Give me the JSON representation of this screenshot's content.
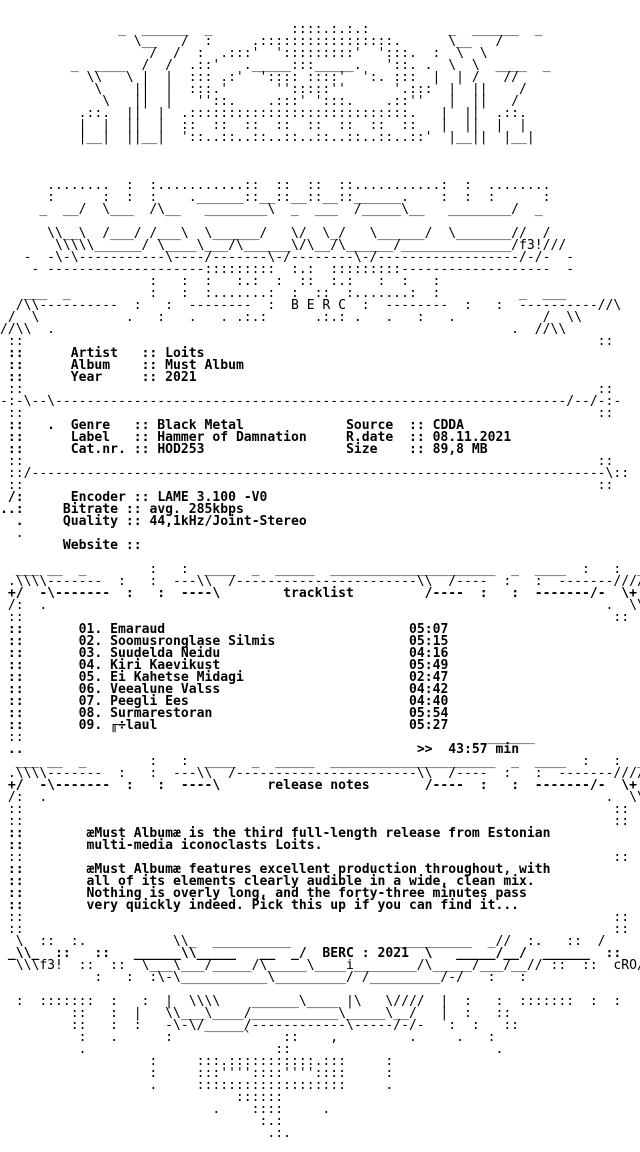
{
  "colors": {
    "background": "#ffffff",
    "text": "#000000"
  },
  "banner_art": [
    "               _  ______  _          ::::.:.:.:          _  ______  _",
    "                 \\__   /  :     .:::::::::::::::::.      \\__   /",
    "                   /  /  :  .:::'  ':::::::::'  ':::.  :  \\  \\",
    "         _  ____  /  /  .::'   ._____:::_____.   '::. .  \\  \\  ____  _",
    "           \\\\   \\ |  |  ::: .:'  ':::: ::::'  ':. :::  |  | /   //",
    "            \\    ||  |  :::.'      '':::::''      '.:::  |  ||    /",
    "             \\   ||  |   ''::.    .:::' ':::.    .::''   |  ||   /",
    "          .::.  ||  |  .::::::::::::::::::::::::::::.   |  ||  .::.",
    "          |  |  ||  |  ::  ::  ::  ::  ::  ::  ::  ::   |  ||  |  |",
    "          |__|  ||__|  '::..::..::..::..::..::..::..::'  |__||  |__|",
    "      ........  :  :...........::  ::  ::  ::...........:  :  ........",
    "      :      :  :  :    .______::__::__::__::______.    :  :  :      :",
    "     _  __/  \\___  /\\__   ________\\  _  ___  /_____\\__   ________/  _",
    "      \\\\__\\  /___/ /___\\  \\______/   \\/  \\_/   \\______/  \\_______//  /",
    "       \\\\\\\\\\______/ \\____\\___/\\______\\/\\__/\\______/______________/f3!///",
    "   -  -\\-\\-----------\\----/-------\\-/--------\\-/------------------/-/-  -",
    "    - --------------------:::::::::  :.:  :::::::::-------------------  -",
    "                   :   :  :   :.:  :  ::  :.:   :  :   :",
    "   ___  _          :   :  :.......:  :  ::  :.......:  :          _  ___",
    "  /\\\\----------  :   :  --------  :  B E R C  :  --------  :   :  ----------//\\",
    " /  \\           .   :   .   . .:.:      .:.: .   .   :   .           /  \\\\",
    "//\\\\  .                                                          .  //\\\\"
  ],
  "info_box": {
    "rule_top": "-:-\\--\\-----------------------------------------------------------------/--/-:-",
    "rule_bottom": " ::/-------------------------------------------------------------------------\\::",
    "rule_side": " ::                                                                         ::"
  },
  "info": {
    "artist_label": "Artist",
    "artist_value": "Loits",
    "album_label": "Album",
    "album_value": "Must Album",
    "year_label": "Year",
    "year_value": "2021",
    "genre_label": "Genre",
    "genre_value": "Black Metal",
    "label_label": "Label",
    "label_value": "Hammer of Damnation",
    "catnr_label": "Cat.nr.",
    "catnr_value": "HOD253",
    "source_label": "Source",
    "source_value": "CDDA",
    "rdate_label": "R.date",
    "rdate_value": "08.11.2021",
    "size_label": "Size",
    "size_value": "89,8 MB",
    "encoder_label": "Encoder",
    "encoder_value": "LAME 3.100 -V0",
    "bitrate_label": "Bitrate",
    "bitrate_value": "avg. 285kbps",
    "quality_label": "Quality",
    "quality_value": "44,1kHz/Joint-Stereo",
    "website_label": "Website",
    "website_value": ""
  },
  "tracklist": {
    "header_top": "  ___ __  _        :   :  ____  _  _____  _____________________  _  ____  :   :  _   _ ___",
    "header_title": "tracklist",
    "header_bottom": " +/  -\\-------  :   :  ----\\                         /----  :   :  -------/-  \\+",
    "tracks": [
      {
        "no": "01.",
        "title": "Emaraud",
        "time": "05:07"
      },
      {
        "no": "02.",
        "title": "Soomusronglase Silmis",
        "time": "05:15"
      },
      {
        "no": "03.",
        "title": "Suudelda Neidu",
        "time": "04:16"
      },
      {
        "no": "04.",
        "title": "Kiri Kaevikust",
        "time": "05:49"
      },
      {
        "no": "05.",
        "title": "Ei Kahetse Midagi",
        "time": "02:47"
      },
      {
        "no": "06.",
        "title": "Veealune Valss",
        "time": "04:42"
      },
      {
        "no": "07.",
        "title": "Peegli Ees",
        "time": "04:40"
      },
      {
        "no": "08.",
        "title": "Surmarestoran",
        "time": "05:54"
      },
      {
        "no": "09.",
        "title": "╓÷laul",
        "time": "05:27"
      }
    ],
    "total_rule": "______",
    "total_arrow": ">>",
    "total": "43:57 min"
  },
  "release_notes": {
    "header_title": "release notes",
    "paragraph1": [
      "æMust Albumæ is the third full-length release from Estonian",
      "multi-media iconoclasts Loits."
    ],
    "paragraph2": [
      "æMust Albumæ features excellent production throughout, with",
      "all of its elements clearly audible in a wide, clean mix.",
      "Nothing is overly long, and the forty-three minutes pass",
      "very quickly indeed. Pick this up if you can find it..."
    ]
  },
  "footer": {
    "line1": "  \\  ::  :.           \\\\_  __________             __________  _//  :.   ::  /",
    "line2": " _\\\\_  ::   ::   ______\\\\_____   __  _/  BERC : 2021  \\   _____/__/  ______  ::   ::  _//_",
    "group_left": "f3!",
    "group_right": "cRO",
    "line3": "  \\\\\\f3!  ::  ::  \\___\\___/_____/\\_____\\____i________/\\_____/___/__// ::  ::  cRO///",
    "line4": "            :   :  :\\-\\___________\\_________/ /_________/-/   :   :",
    "line5": "  :  :::::::  :   :  |  \\\\\\\\    ______\\____ |\\   \\////  |  :   :  :::::::  :  :",
    "line6": "         ::   :  |   \\\\___\\____/___________\\_____\\__/   |  :   ::",
    "line7": "         ::   :  :   -\\-\\/_____/------------\\-----/-/-   :  :   ::",
    "line8": "          :   .      :         `    ::    ,         .     .   :",
    "line9": "          .                        ::                          .",
    "line10": "                   :     :::.:::::::::::.:::     :",
    "line11": "                   :     :::''''::::''''::::     :",
    "line12": "                   .     :::::::::::::::::::     .",
    "line13": "                              ::::::",
    "line14": "                           .    ::::     .",
    "line15": "                                 :.:",
    "line16": "                                  .:."
  }
}
